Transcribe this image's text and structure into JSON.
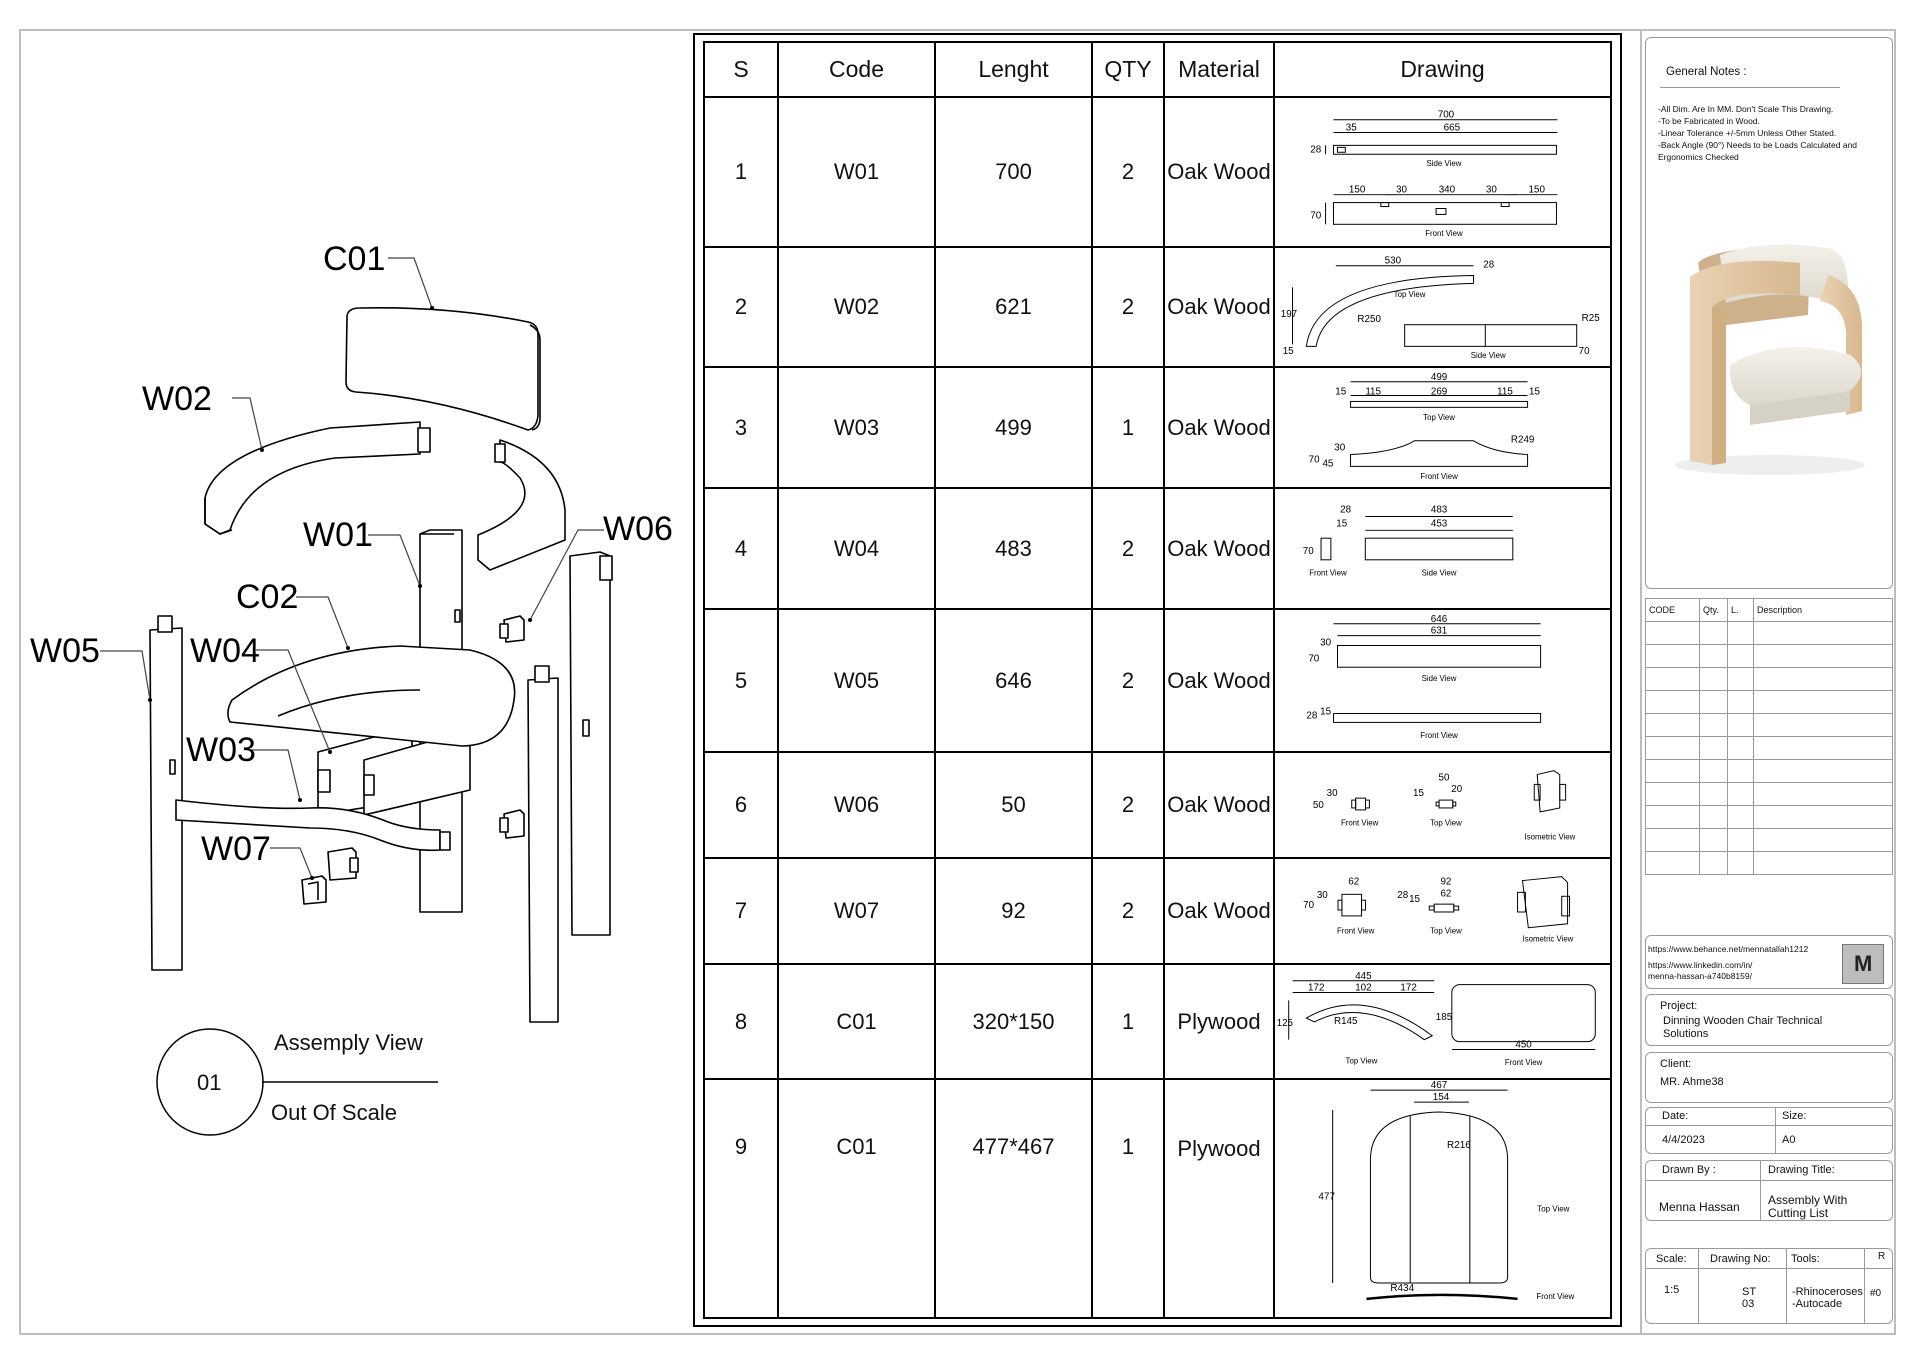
{
  "assembly": {
    "labels": {
      "c01": "C01",
      "w02": "W02",
      "w01": "W01",
      "w06": "W06",
      "c02": "C02",
      "w05": "W05",
      "w04": "W04",
      "w03": "W03",
      "w07": "W07"
    },
    "view_number": "01",
    "view_title": "Assemply View",
    "view_scale": "Out Of Scale"
  },
  "cutting_list": {
    "headers": [
      "S",
      "Code",
      "Lenght",
      "QTY",
      "Material",
      "Drawing"
    ],
    "rows": [
      {
        "s": "1",
        "code": "W01",
        "length": "700",
        "qty": "2",
        "material": "Oak Wood"
      },
      {
        "s": "2",
        "code": "W02",
        "length": "621",
        "qty": "2",
        "material": "Oak Wood"
      },
      {
        "s": "3",
        "code": "W03",
        "length": "499",
        "qty": "1",
        "material": "Oak Wood"
      },
      {
        "s": "4",
        "code": "W04",
        "length": "483",
        "qty": "2",
        "material": "Oak Wood"
      },
      {
        "s": "5",
        "code": "W05",
        "length": "646",
        "qty": "2",
        "material": "Oak Wood"
      },
      {
        "s": "6",
        "code": "W06",
        "length": "50",
        "qty": "2",
        "material": "Oak Wood"
      },
      {
        "s": "7",
        "code": "W07",
        "length": "92",
        "qty": "2",
        "material": "Oak Wood"
      },
      {
        "s": "8",
        "code": "C01",
        "length": "320*150",
        "qty": "1",
        "material": "Plywood"
      },
      {
        "s": "9",
        "code": "C01",
        "length": "477*467",
        "qty": "1",
        "material": "Plywood"
      }
    ],
    "drawings": {
      "r1": {
        "d700": "700",
        "d35": "35",
        "d665": "665",
        "d28": "28",
        "side": "Side View",
        "d150a": "150",
        "d30a": "30",
        "d340": "340",
        "d30b": "30",
        "d150b": "150",
        "d70": "70",
        "front": "Front View"
      },
      "r2": {
        "d530": "530",
        "d28": "28",
        "top": "Top View",
        "d197": "197",
        "r250": "R250",
        "d15": "15",
        "r25": "R25",
        "d70": "70",
        "side": "Side View"
      },
      "r3": {
        "d499": "499",
        "d15a": "15",
        "d115a": "115",
        "d269": "269",
        "d115b": "115",
        "d15b": "15",
        "top": "Top View",
        "d70": "70",
        "d45": "45",
        "d30": "30",
        "r249": "R249",
        "front": "Front View"
      },
      "r4": {
        "d28": "28",
        "d15": "15",
        "d70": "70",
        "front": "Front View",
        "d483": "483",
        "d453": "453",
        "side": "Side View"
      },
      "r5": {
        "d646": "646",
        "d631": "631",
        "d70": "70",
        "d30": "30",
        "side": "Side View",
        "d28": "28",
        "d15": "15",
        "front": "Front View"
      },
      "r6": {
        "d50": "50",
        "d30": "30",
        "front": "Front View",
        "d15": "15",
        "d50b": "50",
        "d20": "20",
        "top": "Top View",
        "iso": "Isometric View"
      },
      "r7": {
        "d70": "70",
        "d30": "30",
        "d62": "62",
        "front": "Front View",
        "d28": "28",
        "d15": "15",
        "d92": "92",
        "d62b": "62",
        "top": "Top View",
        "iso": "Isometric View"
      },
      "r8": {
        "d445": "445",
        "d172a": "172",
        "d102": "102",
        "d172b": "172",
        "d125": "125",
        "r145": "R145",
        "top": "Top View",
        "d185": "185",
        "d450": "450",
        "front": "Front View"
      },
      "r9": {
        "d467": "467",
        "d154": "154",
        "r216": "R216",
        "d477": "477",
        "top": "Top View",
        "r434": "R434",
        "front": "Front View"
      }
    }
  },
  "title_block": {
    "general_notes_title": "General Notes :",
    "notes": [
      "-All Dim. Are In MM. Don't Scale This Drawing.",
      "-To be Fabricated in Wood.",
      "-Linear Tolerance +/-5mm Unless Other Stated.",
      "-Back Angle (90°) Needs to be Loads Calculated and Ergonomics Checked"
    ],
    "parts_headers": [
      "CODE",
      "Qty.",
      "L.",
      "Description"
    ],
    "links": [
      "https://www.behance.net/mennatallah1212",
      "https://www.linkedin.com/in/",
      "menna-hassan-a740b8159/"
    ],
    "logo_letter": "M",
    "project_label": "Project:",
    "project_value_1": "Dinning Wooden Chair Technical",
    "project_value_2": "Solutions",
    "client_label": "Client:",
    "client_value": "MR. Ahme38",
    "date_label": "Date:",
    "date_value": "4/4/2023",
    "size_label": "Size:",
    "size_value": "A0",
    "drawn_by_label": "Drawn By :",
    "drawn_by_value": "Menna Hassan",
    "drawing_title_label": "Drawing Title:",
    "drawing_title_1": "Assembly With",
    "drawing_title_2": "Cutting List",
    "scale_label": "Scale:",
    "scale_value": "1:5",
    "drawing_no_label": "Drawing No:",
    "drawing_no_1": "ST",
    "drawing_no_2": "03",
    "tools_label": "Tools:",
    "tools_1": "-Rhinoceroses",
    "tools_2": "-Autocade",
    "rev_label": "R",
    "rev_value": "#0"
  }
}
